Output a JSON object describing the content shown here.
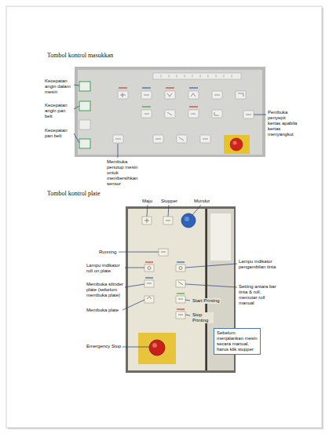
{
  "diagram": {
    "nodes": [
      {
        "text": [
          "Sebelum menjalankan mesin secara manual, harus klik stopper"
        ]
      }
    ],
    "labels": [
      "Tombol kontrol masukkan",
      "Kecepatan angin dalam mesin",
      "Kecepatan angin pan belt",
      "Kecepatan pan belt",
      "Membuka penutup mesin untuk membersihkan sensor",
      "Pembuka penyepit kertas apabila kertas menyangkut",
      "Tombol kontrol plate",
      "Maju",
      "Stopper",
      "Mundur",
      "Running",
      "Lampu indikator roll on plate",
      "Membuka silinder plate (sebelum membuka plate)",
      "Membuka plate",
      "Lampu indikator pengambilan tinta",
      "Setting antara bar tinta & roll, memutar roll manual",
      "Start Printing",
      "Stop Printing",
      "Emergency Stop"
    ]
  }
}
